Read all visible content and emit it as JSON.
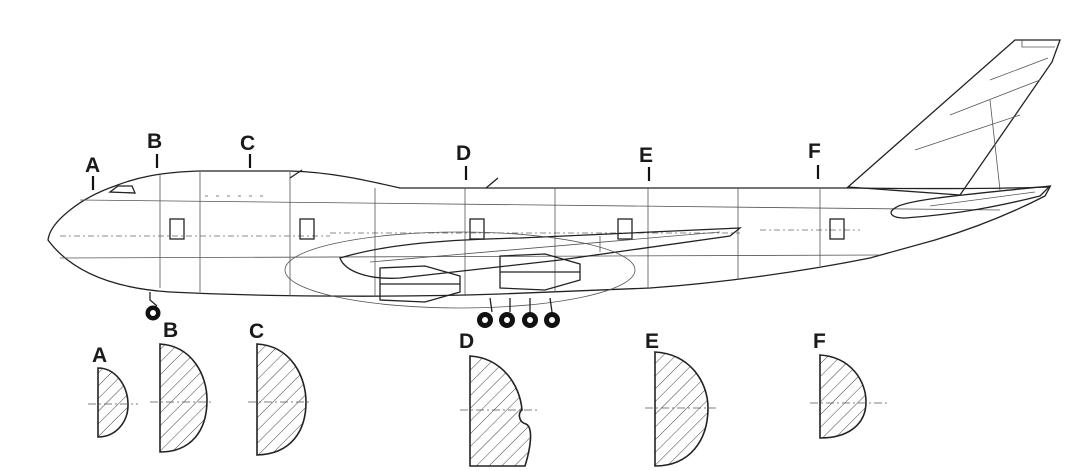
{
  "station_labels": [
    "A",
    "B",
    "C",
    "D",
    "E",
    "F"
  ],
  "section_labels": [
    "A",
    "B",
    "C",
    "D",
    "E",
    "F"
  ],
  "colors": {
    "line": "#222222",
    "background": "#ffffff"
  }
}
